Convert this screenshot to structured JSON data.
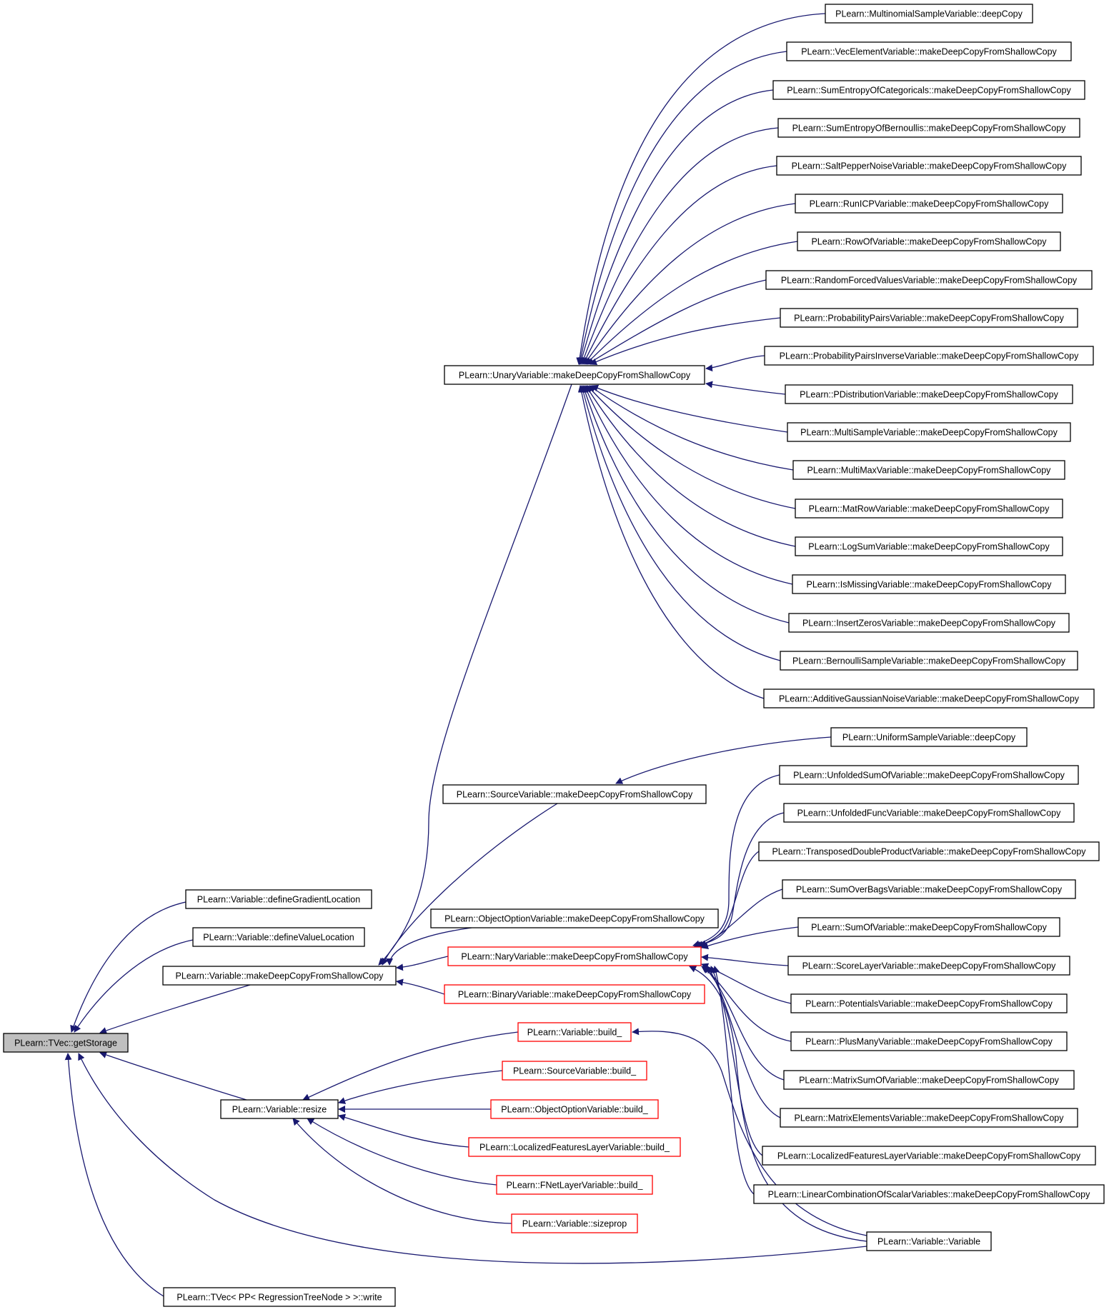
{
  "colors": {
    "edge": "#191970",
    "node_border": "#000000",
    "node_border_truncated": "#ff0000",
    "focus_fill": "#bfbfbf",
    "node_fill": "#ffffff"
  },
  "nodes": {
    "getStorage": {
      "label": "PLearn::TVec::getStorage",
      "style": "focus"
    },
    "defineGradientLocation": {
      "label": "PLearn::Variable::defineGradientLocation",
      "style": "normal"
    },
    "defineValueLocation": {
      "label": "PLearn::Variable::defineValueLocation",
      "style": "normal"
    },
    "variableMakeDeepCopy": {
      "label": "PLearn::Variable::makeDeepCopyFromShallowCopy",
      "style": "normal"
    },
    "resize": {
      "label": "PLearn::Variable::resize",
      "style": "normal"
    },
    "tvecWrite": {
      "label": "PLearn::TVec< PP< RegressionTreeNode > >::write",
      "style": "normal"
    },
    "unaryMakeDeepCopy": {
      "label": "PLearn::UnaryVariable::makeDeepCopyFromShallowCopy",
      "style": "normal"
    },
    "sourceMakeDeepCopy": {
      "label": "PLearn::SourceVariable::makeDeepCopyFromShallowCopy",
      "style": "normal"
    },
    "objectOptionMakeDeepCopy": {
      "label": "PLearn::ObjectOptionVariable::makeDeepCopyFromShallowCopy",
      "style": "normal"
    },
    "naryMakeDeepCopy": {
      "label": "PLearn::NaryVariable::makeDeepCopyFromShallowCopy",
      "style": "truncated"
    },
    "binaryMakeDeepCopy": {
      "label": "PLearn::BinaryVariable::makeDeepCopyFromShallowCopy",
      "style": "truncated"
    },
    "variableBuild": {
      "label": "PLearn::Variable::build_",
      "style": "truncated"
    },
    "sourceBuild": {
      "label": "PLearn::SourceVariable::build_",
      "style": "truncated"
    },
    "objectOptionBuild": {
      "label": "PLearn::ObjectOptionVariable::build_",
      "style": "truncated"
    },
    "localizedBuild": {
      "label": "PLearn::LocalizedFeaturesLayerVariable::build_",
      "style": "truncated"
    },
    "fnetBuild": {
      "label": "PLearn::FNetLayerVariable::build_",
      "style": "truncated"
    },
    "sizeprop": {
      "label": "PLearn::Variable::sizeprop",
      "style": "truncated"
    },
    "multinomialDeepCopy": {
      "label": "PLearn::MultinomialSampleVariable::deepCopy",
      "style": "normal"
    },
    "vecElement": {
      "label": "PLearn::VecElementVariable::makeDeepCopyFromShallowCopy",
      "style": "normal"
    },
    "sumEntropyCategoricals": {
      "label": "PLearn::SumEntropyOfCategoricals::makeDeepCopyFromShallowCopy",
      "style": "normal"
    },
    "sumEntropyBernoullis": {
      "label": "PLearn::SumEntropyOfBernoullis::makeDeepCopyFromShallowCopy",
      "style": "normal"
    },
    "saltPepper": {
      "label": "PLearn::SaltPepperNoiseVariable::makeDeepCopyFromShallowCopy",
      "style": "normal"
    },
    "runICP": {
      "label": "PLearn::RunICPVariable::makeDeepCopyFromShallowCopy",
      "style": "normal"
    },
    "rowOf": {
      "label": "PLearn::RowOfVariable::makeDeepCopyFromShallowCopy",
      "style": "normal"
    },
    "randomForced": {
      "label": "PLearn::RandomForcedValuesVariable::makeDeepCopyFromShallowCopy",
      "style": "normal"
    },
    "probabilityPairs": {
      "label": "PLearn::ProbabilityPairsVariable::makeDeepCopyFromShallowCopy",
      "style": "normal"
    },
    "probabilityPairsInverse": {
      "label": "PLearn::ProbabilityPairsInverseVariable::makeDeepCopyFromShallowCopy",
      "style": "normal"
    },
    "pDistribution": {
      "label": "PLearn::PDistributionVariable::makeDeepCopyFromShallowCopy",
      "style": "normal"
    },
    "multiSample": {
      "label": "PLearn::MultiSampleVariable::makeDeepCopyFromShallowCopy",
      "style": "normal"
    },
    "multiMax": {
      "label": "PLearn::MultiMaxVariable::makeDeepCopyFromShallowCopy",
      "style": "normal"
    },
    "matRow": {
      "label": "PLearn::MatRowVariable::makeDeepCopyFromShallowCopy",
      "style": "normal"
    },
    "logSum": {
      "label": "PLearn::LogSumVariable::makeDeepCopyFromShallowCopy",
      "style": "normal"
    },
    "isMissing": {
      "label": "PLearn::IsMissingVariable::makeDeepCopyFromShallowCopy",
      "style": "normal"
    },
    "insertZeros": {
      "label": "PLearn::InsertZerosVariable::makeDeepCopyFromShallowCopy",
      "style": "normal"
    },
    "bernoulliSample": {
      "label": "PLearn::BernoulliSampleVariable::makeDeepCopyFromShallowCopy",
      "style": "normal"
    },
    "additiveGaussian": {
      "label": "PLearn::AdditiveGaussianNoiseVariable::makeDeepCopyFromShallowCopy",
      "style": "normal"
    },
    "uniformSampleDeepCopy": {
      "label": "PLearn::UniformSampleVariable::deepCopy",
      "style": "normal"
    },
    "unfoldedSumOf": {
      "label": "PLearn::UnfoldedSumOfVariable::makeDeepCopyFromShallowCopy",
      "style": "normal"
    },
    "unfoldedFunc": {
      "label": "PLearn::UnfoldedFuncVariable::makeDeepCopyFromShallowCopy",
      "style": "normal"
    },
    "transposedDoubleProduct": {
      "label": "PLearn::TransposedDoubleProductVariable::makeDeepCopyFromShallowCopy",
      "style": "normal"
    },
    "sumOverBags": {
      "label": "PLearn::SumOverBagsVariable::makeDeepCopyFromShallowCopy",
      "style": "normal"
    },
    "sumOf": {
      "label": "PLearn::SumOfVariable::makeDeepCopyFromShallowCopy",
      "style": "normal"
    },
    "scoreLayer": {
      "label": "PLearn::ScoreLayerVariable::makeDeepCopyFromShallowCopy",
      "style": "normal"
    },
    "potentials": {
      "label": "PLearn::PotentialsVariable::makeDeepCopyFromShallowCopy",
      "style": "normal"
    },
    "plusMany": {
      "label": "PLearn::PlusManyVariable::makeDeepCopyFromShallowCopy",
      "style": "normal"
    },
    "matrixSumOf": {
      "label": "PLearn::MatrixSumOfVariable::makeDeepCopyFromShallowCopy",
      "style": "normal"
    },
    "matrixElements": {
      "label": "PLearn::MatrixElementsVariable::makeDeepCopyFromShallowCopy",
      "style": "normal"
    },
    "localizedMakeDeepCopy": {
      "label": "PLearn::LocalizedFeaturesLayerVariable::makeDeepCopyFromShallowCopy",
      "style": "normal"
    },
    "linearCombination": {
      "label": "PLearn::LinearCombinationOfScalarVariables::makeDeepCopyFromShallowCopy",
      "style": "normal"
    },
    "variableCtor": {
      "label": "PLearn::Variable::Variable",
      "style": "normal"
    }
  }
}
